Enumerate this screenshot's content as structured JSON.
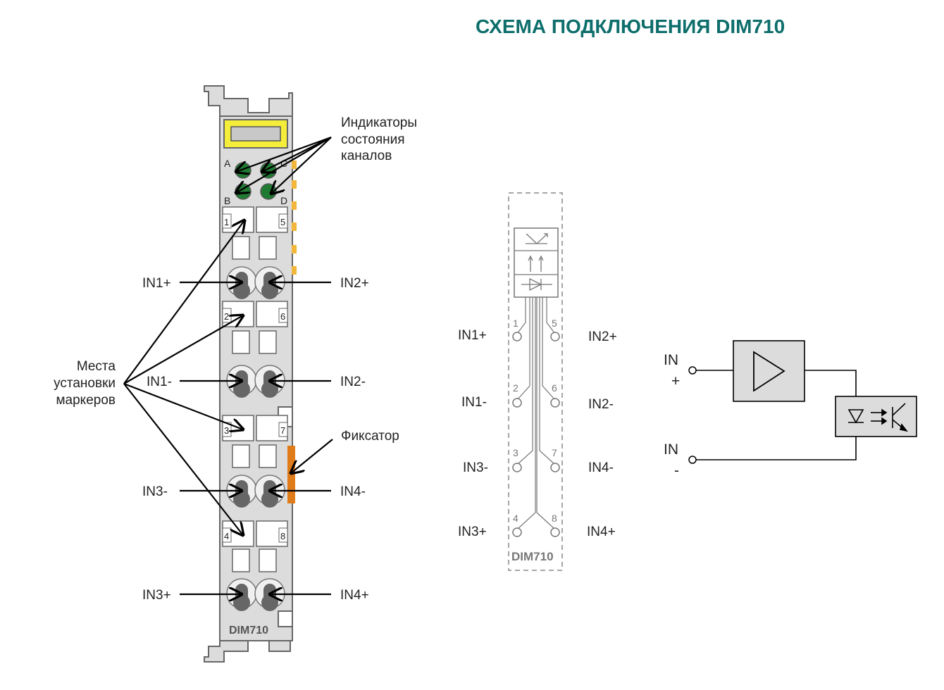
{
  "title": "СХЕМА ПОДКЛЮЧЕНИЯ DIM710",
  "colors": {
    "title": "#0d6e6b",
    "module_body": "#dcdcdc",
    "label_window": "#f4ee3b",
    "led": "#1f7a32",
    "terminal": "#666666",
    "latch": "#e07b1a",
    "contacts": "#f2b63a",
    "line": "#000000"
  },
  "module": {
    "model": "DIM710",
    "led_letters": [
      "A",
      "C",
      "B",
      "D"
    ],
    "marker_numbers": [
      "1",
      "5",
      "2",
      "6",
      "3",
      "7",
      "4",
      "8"
    ],
    "callouts": {
      "leds": [
        "Индикаторы",
        "состояния",
        "каналов"
      ],
      "markers": [
        "Места",
        "установки",
        "маркеров"
      ],
      "latch": "Фиксатор"
    },
    "terminal_labels": {
      "left": [
        "IN1+",
        "IN1-",
        "IN3-",
        "IN3+"
      ],
      "right": [
        "IN2+",
        "IN2-",
        "IN4-",
        "IN4+"
      ]
    }
  },
  "pinout": {
    "model": "DIM710",
    "left_numbers": [
      "1",
      "2",
      "3",
      "4"
    ],
    "right_numbers": [
      "5",
      "6",
      "7",
      "8"
    ],
    "left_labels": [
      "IN1+",
      "IN1-",
      "IN3-",
      "IN3+"
    ],
    "right_labels": [
      "IN2+",
      "IN2-",
      "IN4-",
      "IN4+"
    ]
  },
  "circuit": {
    "in_plus": [
      "IN",
      "+"
    ],
    "in_minus": [
      "IN",
      "-"
    ]
  }
}
